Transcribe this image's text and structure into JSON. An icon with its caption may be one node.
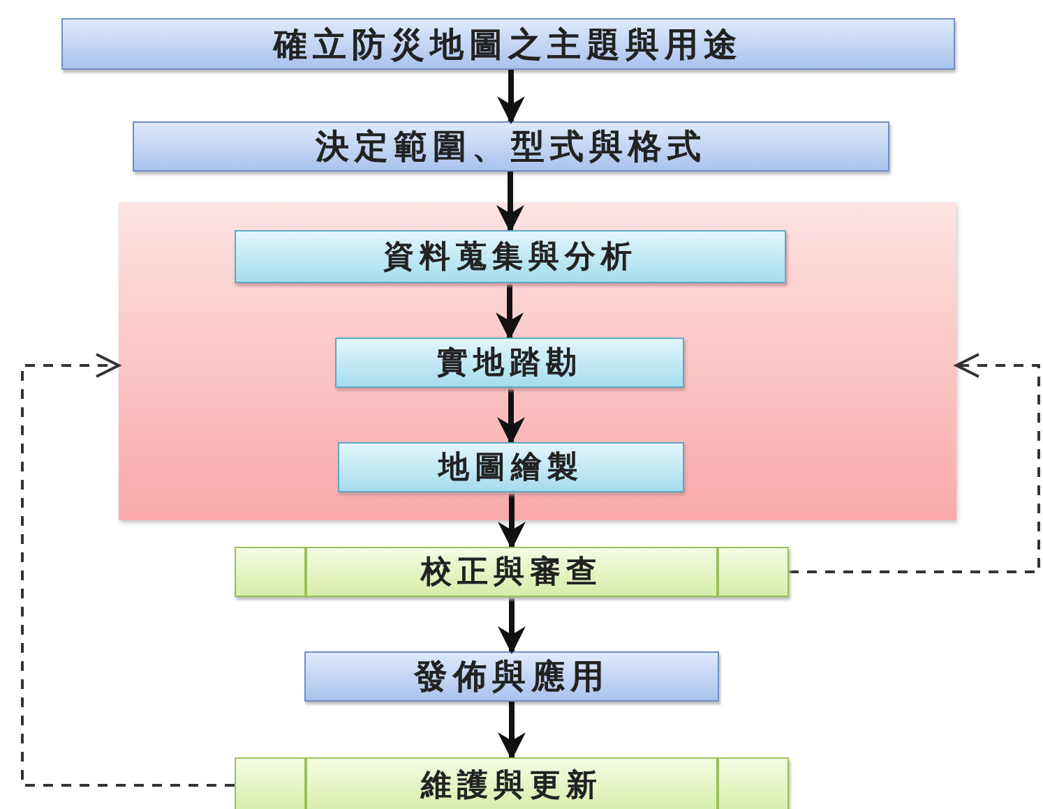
{
  "diagram": {
    "nodes": [
      {
        "text": [
          "確立防災地圖之主題與用途"
        ]
      },
      {
        "text": [
          "決定範圍、型式與格式"
        ]
      },
      {
        "text": [],
        "shape": "box"
      },
      {
        "text": [
          "資料蒐集與分析"
        ],
        "in": 2
      },
      {
        "text": [
          "實地踏勘"
        ],
        "in": 2
      },
      {
        "text": [
          "地圖繪製"
        ],
        "in": 2
      },
      {
        "text": [
          "校正與審查"
        ]
      },
      {
        "text": [
          "發佈與應用"
        ]
      },
      {
        "text": [
          "維護與更新"
        ]
      }
    ],
    "edges": [
      {
        "from": 0,
        "to": 1,
        "arrow": "to"
      },
      {
        "from": 1,
        "to": 3,
        "arrow": "to"
      },
      {
        "from": 3,
        "to": 4,
        "arrow": "to"
      },
      {
        "from": 4,
        "to": 5,
        "arrow": "to"
      },
      {
        "from": 5,
        "to": 6,
        "arrow": "to"
      },
      {
        "from": 6,
        "to": 7,
        "arrow": "to"
      },
      {
        "from": 7,
        "to": 8,
        "arrow": "to"
      },
      {
        "from": 6,
        "to": 2,
        "arrow": "to",
        "style": "dashed"
      },
      {
        "from": 8,
        "to": 2,
        "arrow": "to",
        "style": "dashed"
      }
    ]
  }
}
